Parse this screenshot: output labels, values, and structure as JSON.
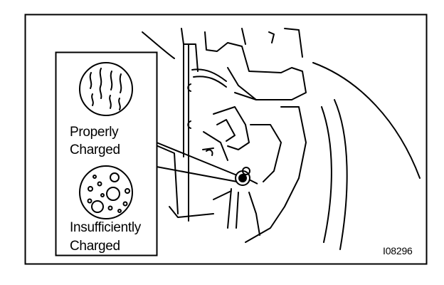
{
  "legend": {
    "properly_charged": {
      "line1": "Properly",
      "line2": "Charged",
      "icon": "clear-sight-glass-icon"
    },
    "insufficiently_charged": {
      "line1": "Insufficiently",
      "line2": "Charged",
      "icon": "bubbling-sight-glass-icon"
    }
  },
  "figure_code": "I08296",
  "colors": {
    "ink": "#000000",
    "background": "#ffffff"
  }
}
